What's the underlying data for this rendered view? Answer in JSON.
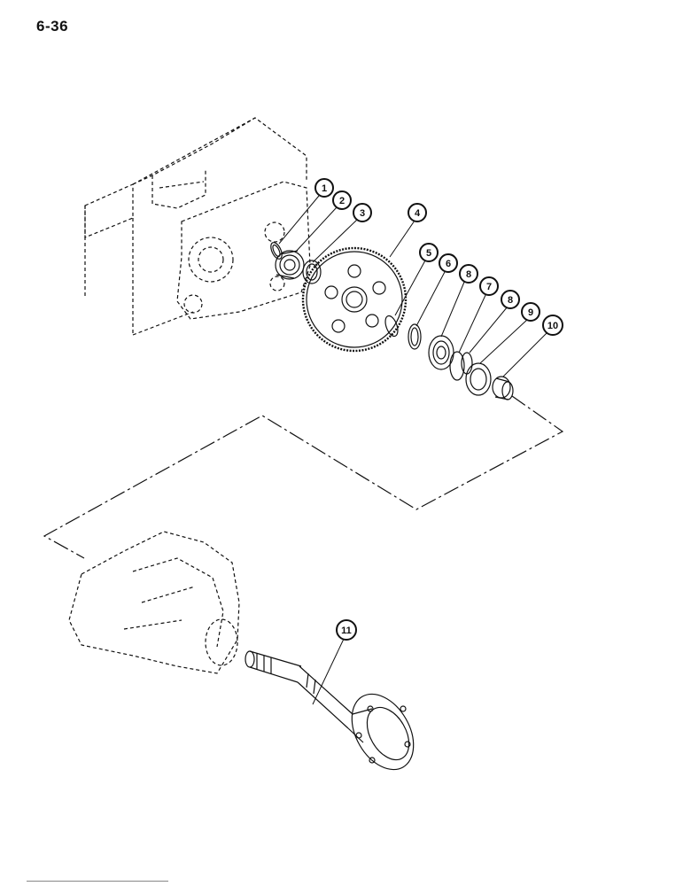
{
  "page": {
    "number": "6-36"
  },
  "diagram": {
    "callouts": [
      {
        "id": 1,
        "label": "1"
      },
      {
        "id": 2,
        "label": "2"
      },
      {
        "id": 3,
        "label": "3"
      },
      {
        "id": 4,
        "label": "4"
      },
      {
        "id": 5,
        "label": "5"
      },
      {
        "id": 6,
        "label": "6"
      },
      {
        "id": 7,
        "label": "8"
      },
      {
        "id": 8,
        "label": "7"
      },
      {
        "id": 9,
        "label": "8"
      },
      {
        "id": 10,
        "label": "9"
      },
      {
        "id": 11,
        "label": "10"
      },
      {
        "id": 12,
        "label": "11"
      }
    ],
    "line_color": "#111111"
  }
}
